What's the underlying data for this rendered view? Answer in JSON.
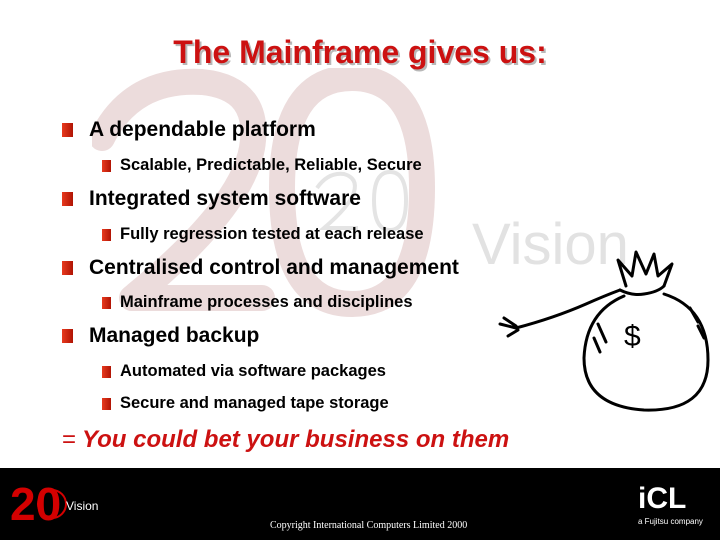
{
  "slide": {
    "title": "The Mainframe gives us:",
    "bullets": [
      {
        "level": 1,
        "text": "A dependable platform"
      },
      {
        "level": 2,
        "text": "Scalable, Predictable, Reliable, Secure"
      },
      {
        "level": 1,
        "text": "Integrated system software"
      },
      {
        "level": 2,
        "text": "Fully regression tested at each release"
      },
      {
        "level": 1,
        "text": "Centralised control and management"
      },
      {
        "level": 2,
        "text": "Mainframe processes and disciplines"
      },
      {
        "level": 1,
        "text": "Managed backup"
      },
      {
        "level": 2,
        "text": "Automated via software packages"
      },
      {
        "level": 2,
        "text": "Secure and managed tape storage"
      }
    ],
    "conclusion_prefix": "=",
    "conclusion": "You could bet your business on them"
  },
  "watermark": {
    "number": "20",
    "word": "Vision"
  },
  "illustration": {
    "icon": "money-bag-icon",
    "symbol": "$"
  },
  "footer": {
    "logo_number": "20",
    "logo_word": "Vision",
    "copyright": "Copyright International Computers Limited 2000",
    "brand": "iCL",
    "brand_tagline": "a Fujitsu company"
  },
  "colors": {
    "title_red": "#cc1111",
    "bullet_red": "#c81d08",
    "footer_bg": "#000000"
  }
}
